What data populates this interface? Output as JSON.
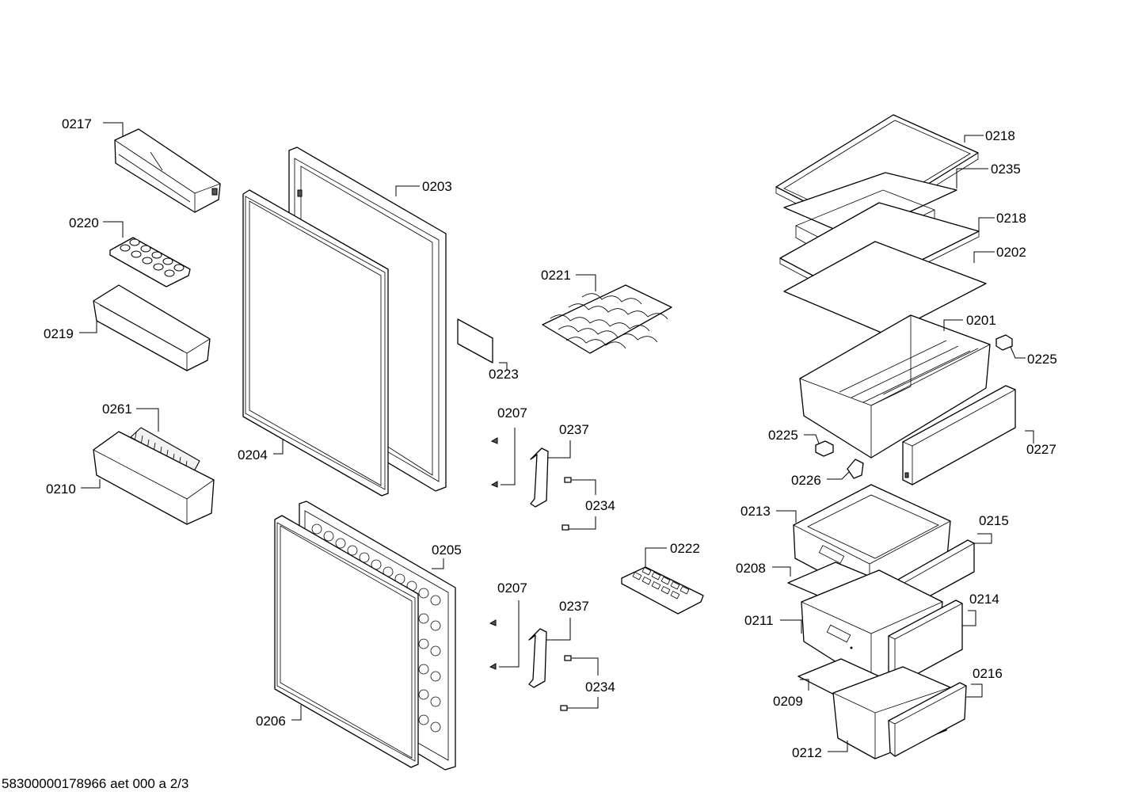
{
  "footer": "58300000178966 aet 000 a 2/3",
  "labels": {
    "l0217": "0217",
    "l0220": "0220",
    "l0219": "0219",
    "l0261": "0261",
    "l0210": "0210",
    "l0203": "0203",
    "l0204": "0204",
    "l0205": "0205",
    "l0206": "0206",
    "l0223": "0223",
    "l0221": "0221",
    "l0207a": "0207",
    "l0237a": "0237",
    "l0234a": "0234",
    "l0207b": "0207",
    "l0237b": "0237",
    "l0234b": "0234",
    "l0222": "0222",
    "l0218a": "0218",
    "l0235": "0235",
    "l0218b": "0218",
    "l0202": "0202",
    "l0201": "0201",
    "l0225a": "0225",
    "l0225b": "0225",
    "l0227": "0227",
    "l0226": "0226",
    "l0213": "0213",
    "l0215": "0215",
    "l0208": "0208",
    "l0211": "0211",
    "l0214": "0214",
    "l0209": "0209",
    "l0216": "0216",
    "l0212": "0212"
  }
}
